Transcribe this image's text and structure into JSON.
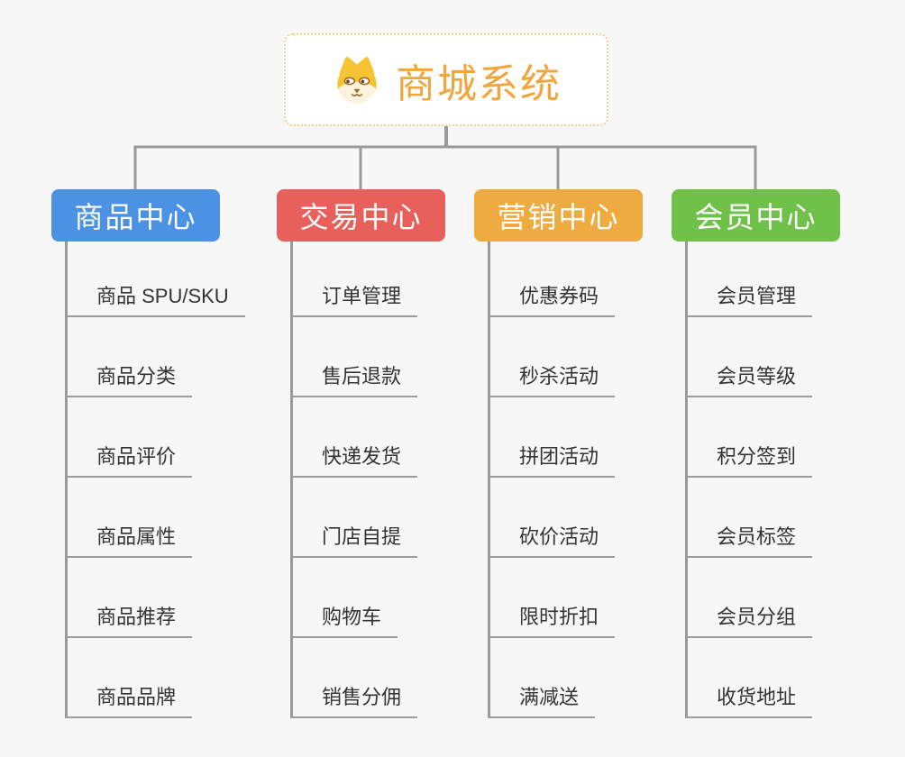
{
  "canvas": {
    "background": "#f7f7f7",
    "connector_color": "#999999",
    "item_text_color": "#333333",
    "item_underline_color": "#9b9b9b"
  },
  "root": {
    "title": "商城系统",
    "icon": "dog-face-icon",
    "title_color": "#f0a63c",
    "border_color": "#f5cd8e"
  },
  "branches": [
    {
      "label": "商品中心",
      "color": "#4b92e5",
      "items": [
        "商品 SPU/SKU",
        "商品分类",
        "商品评价",
        "商品属性",
        "商品推荐",
        "商品品牌"
      ]
    },
    {
      "label": "交易中心",
      "color": "#e8605c",
      "items": [
        "订单管理",
        "售后退款",
        "快递发货",
        "门店自提",
        "购物车",
        "销售分佣"
      ]
    },
    {
      "label": "营销中心",
      "color": "#eeab40",
      "items": [
        "优惠券码",
        "秒杀活动",
        "拼团活动",
        "砍价活动",
        "限时折扣",
        "满减送"
      ]
    },
    {
      "label": "会员中心",
      "color": "#6fc14a",
      "items": [
        "会员管理",
        "会员等级",
        "积分签到",
        "会员标签",
        "会员分组",
        "收货地址"
      ]
    }
  ]
}
